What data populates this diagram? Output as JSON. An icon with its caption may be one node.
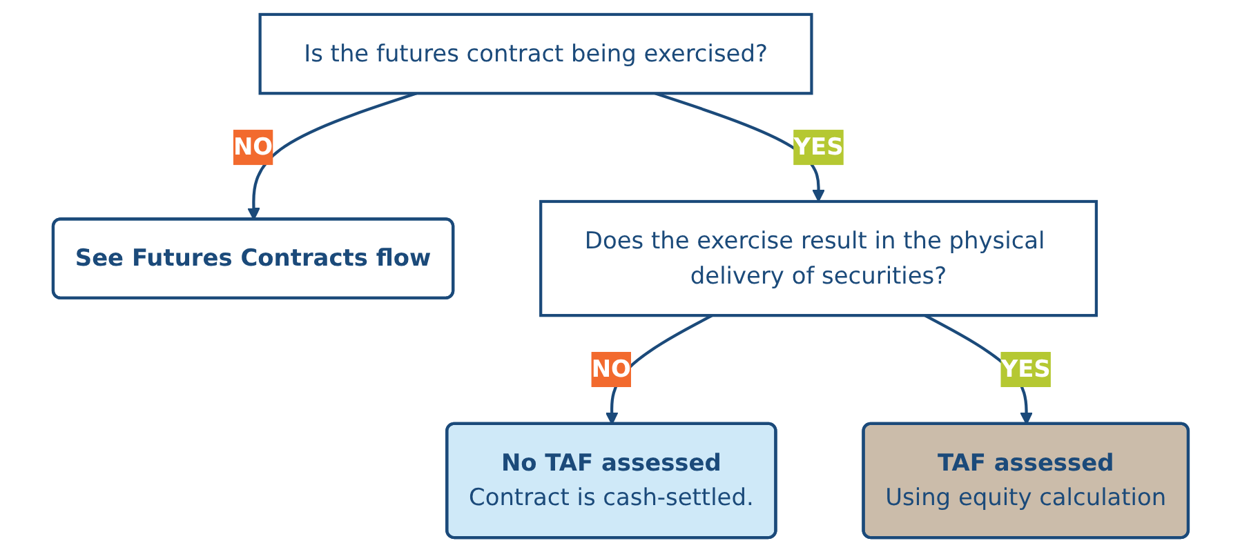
{
  "diagram": {
    "nodes": [
      {
        "text": [
          "Is the futures contract being exercised?"
        ]
      },
      {
        "text": [
          "See Futures Contracts flow"
        ]
      },
      {
        "text": [
          "Does the exercise result in the physical delivery of securities?"
        ]
      },
      {
        "text": [
          "No TAF assessed",
          "Contract is cash-settled."
        ]
      },
      {
        "text": [
          "TAF assessed",
          "Using equity calculation"
        ]
      }
    ],
    "edges": [
      {
        "from": 0,
        "to": 1,
        "arrow": "to",
        "label": "NO"
      },
      {
        "from": 0,
        "to": 2,
        "arrow": "to",
        "label": "YES"
      },
      {
        "from": 2,
        "to": 3,
        "arrow": "to",
        "label": "NO"
      },
      {
        "from": 2,
        "to": 4,
        "arrow": "to",
        "label": "YES"
      }
    ]
  }
}
